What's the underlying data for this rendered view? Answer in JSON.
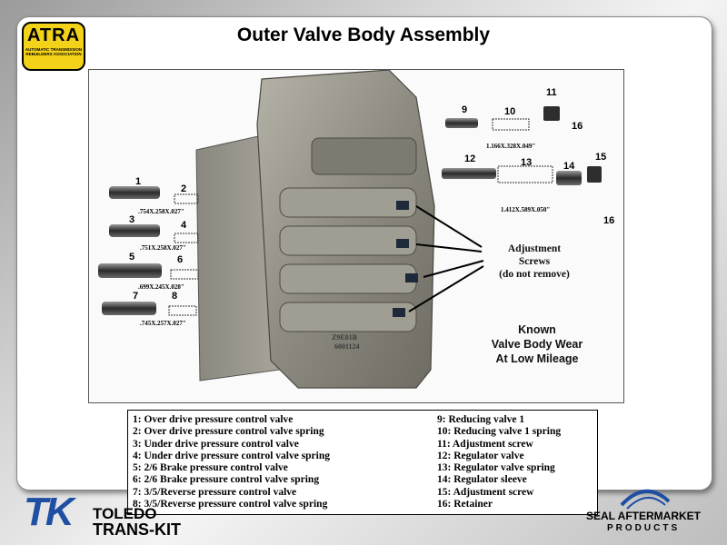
{
  "title": "Outer Valve Body Assembly",
  "logo": {
    "word": "ATRA",
    "sub": "AUTOMATIC TRANSMISSION REBUILDERS ASSOCIATION"
  },
  "photo": {
    "part_numbers": [
      "1",
      "2",
      "3",
      "4",
      "5",
      "6",
      "7",
      "8",
      "9",
      "10",
      "11",
      "12",
      "13",
      "14",
      "15",
      "16",
      "16"
    ],
    "dimensions": [
      ".754X.258X.027\"",
      ".751X.258X.027\"",
      ".699X.245X.028\"",
      ".745X.257X.027\"",
      "1.166X.328X.049\"",
      "1.412X.589X.050\""
    ],
    "casting_marks": [
      "Z9E01B",
      "6001124"
    ],
    "callout_screws": [
      "Adjustment",
      "Screws",
      "(do not remove)"
    ],
    "callout_wear": [
      "Known",
      "Valve Body Wear",
      "At Low Mileage"
    ]
  },
  "legend": {
    "left": [
      "1: Over drive pressure control valve",
      "2: Over drive pressure control valve spring",
      "3: Under drive pressure control valve",
      "4: Under drive pressure control valve spring",
      "5: 2/6 Brake pressure control valve",
      "6: 2/6 Brake pressure control valve spring",
      "7: 3/5/Reverse pressure control valve",
      "8: 3/5/Reverse pressure control valve spring"
    ],
    "right": [
      "9: Reducing valve 1",
      "10: Reducing valve 1 spring",
      "11: Adjustment screw",
      "12: Regulator valve",
      "13: Regulator valve spring",
      "14: Regulator sleeve",
      "15: Adjustment screw",
      "16: Retainer"
    ]
  },
  "footer": {
    "tk_letters": "TK",
    "toledo": "TOLEDO",
    "transkit": "TRANS-KIT",
    "seal_line1": "SEAL AFTERMARKET",
    "seal_line2": "PRODUCTS"
  },
  "colors": {
    "tk_blue": "#1f4fa3",
    "seal_blue": "#1f4fa3",
    "atra_yellow": "#f3d21a"
  }
}
